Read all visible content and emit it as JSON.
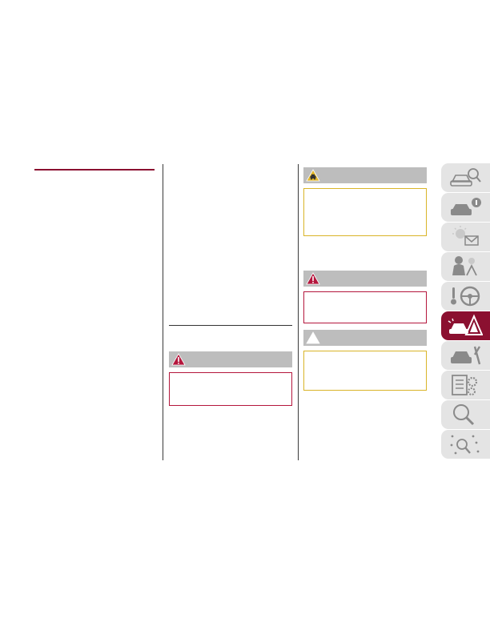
{
  "colors": {
    "accent": "#8b1030",
    "warning_red": "#b4163c",
    "caution_yellow": "#d9b428",
    "header_gray": "#bdbdbd",
    "tab_gray": "#e4e4e4"
  },
  "warnings": [
    {
      "id": "middle-danger",
      "icon": "danger-exclamation-icon",
      "style": "danger"
    },
    {
      "id": "right-caution-vehicle",
      "icon": "caution-vehicle-icon",
      "style": "caution"
    },
    {
      "id": "right-danger",
      "icon": "danger-exclamation-icon",
      "style": "danger"
    },
    {
      "id": "right-caution-plain",
      "icon": "caution-blank-icon",
      "style": "caution"
    }
  ],
  "side_tabs": [
    {
      "icon": "car-search-icon",
      "active": false
    },
    {
      "icon": "car-info-icon",
      "active": false
    },
    {
      "icon": "lights-message-icon",
      "active": false
    },
    {
      "icon": "seat-airbag-icon",
      "active": false
    },
    {
      "icon": "steering-wheel-icon",
      "active": false
    },
    {
      "icon": "emergency-hazard-icon",
      "active": true
    },
    {
      "icon": "car-maintenance-icon",
      "active": false
    },
    {
      "icon": "specifications-icon",
      "active": false
    },
    {
      "icon": "search-index-icon",
      "active": false
    },
    {
      "icon": "alphabetical-index-icon",
      "active": false
    }
  ]
}
